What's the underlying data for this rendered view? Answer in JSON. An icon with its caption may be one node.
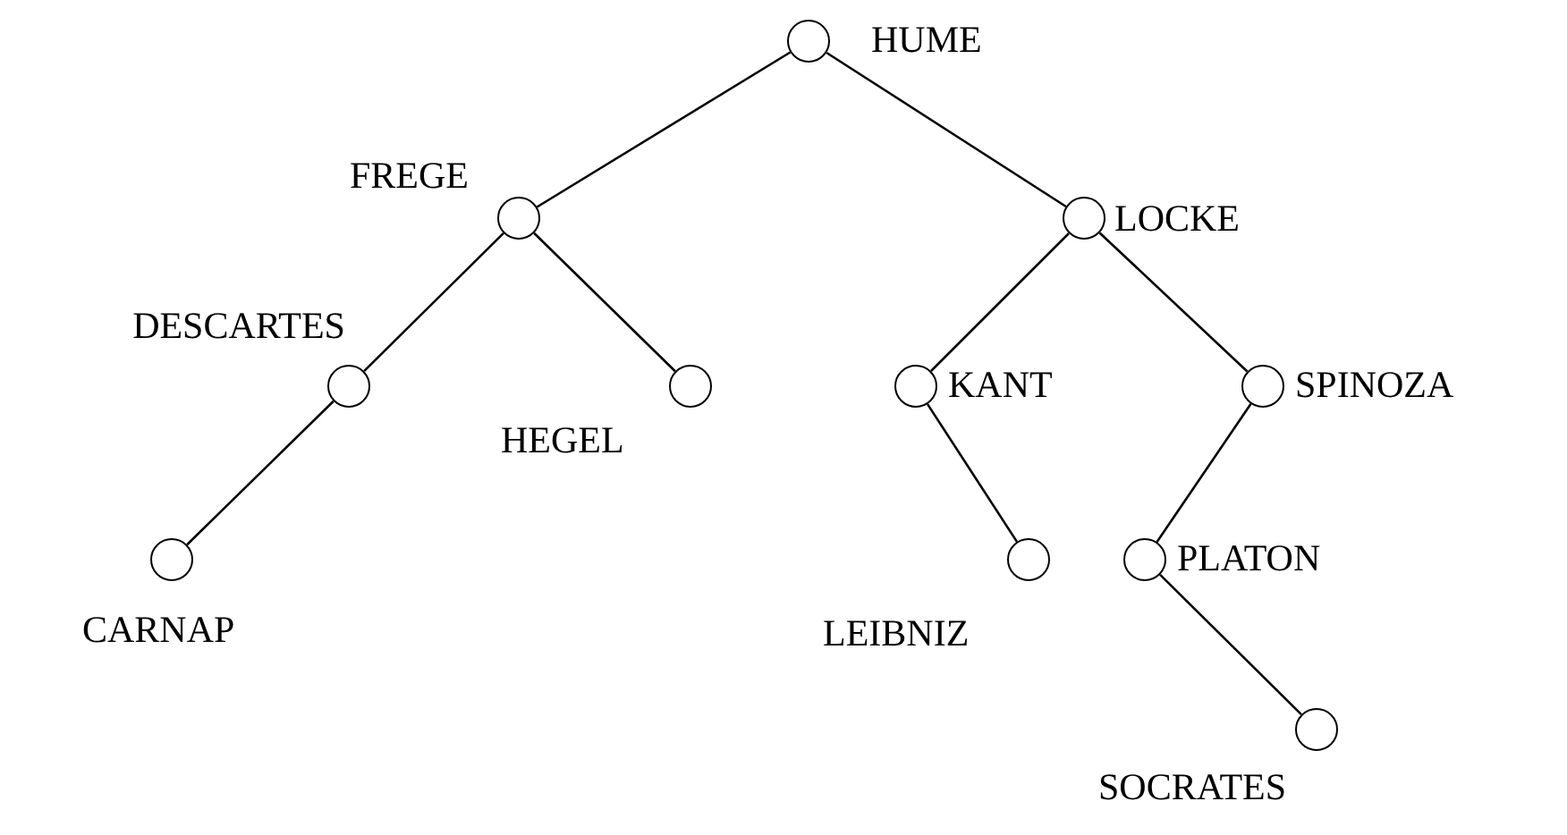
{
  "diagram": {
    "nodes": [
      {
        "text": [],
        "shape": "circle",
        "beside": [
          "HUME"
        ]
      },
      {
        "text": [],
        "shape": "circle",
        "beside": [
          "FREGE"
        ]
      },
      {
        "text": [],
        "shape": "circle",
        "beside": [
          "LOCKE"
        ]
      },
      {
        "text": [],
        "shape": "circle",
        "beside": [
          "DESCARTES"
        ]
      },
      {
        "text": [],
        "shape": "circle",
        "beside": [
          "HEGEL"
        ]
      },
      {
        "text": [],
        "shape": "circle",
        "beside": [
          "KANT"
        ]
      },
      {
        "text": [],
        "shape": "circle",
        "beside": [
          "SPINOZA"
        ]
      },
      {
        "text": [],
        "shape": "circle",
        "beside": [
          "CARNAP"
        ]
      },
      {
        "text": [],
        "shape": "circle",
        "beside": [
          "LEIBNIZ"
        ]
      },
      {
        "text": [],
        "shape": "circle",
        "beside": [
          "PLATON"
        ]
      },
      {
        "text": [],
        "shape": "circle",
        "beside": [
          "SOCRATES"
        ]
      }
    ],
    "edges": [
      {
        "from": 0,
        "to": 1,
        "arrow": "none"
      },
      {
        "from": 0,
        "to": 2,
        "arrow": "none"
      },
      {
        "from": 1,
        "to": 3,
        "arrow": "none"
      },
      {
        "from": 1,
        "to": 4,
        "arrow": "none"
      },
      {
        "from": 3,
        "to": 7,
        "arrow": "none"
      },
      {
        "from": 2,
        "to": 5,
        "arrow": "none"
      },
      {
        "from": 2,
        "to": 6,
        "arrow": "none"
      },
      {
        "from": 5,
        "to": 8,
        "arrow": "none"
      },
      {
        "from": 6,
        "to": 9,
        "arrow": "none"
      },
      {
        "from": 9,
        "to": 10,
        "arrow": "none"
      }
    ]
  }
}
